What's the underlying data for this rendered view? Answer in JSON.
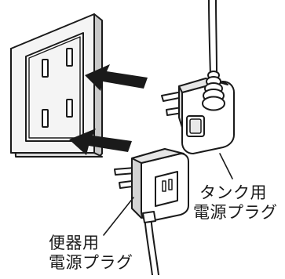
{
  "labels": {
    "tank_line1": "タンク用",
    "tank_line2": "電源プラグ",
    "toilet_line1": "便器用",
    "toilet_line2": "電源プラグ"
  },
  "icons": {
    "wall_outlet": "wall-outlet-icon",
    "tank_plug": "tank-plug-icon",
    "toilet_plug": "toilet-plug-icon",
    "arrows": "insert-arrow-icon"
  },
  "colors": {
    "line": "#1a1a1a",
    "shade": "#d4d4d4",
    "wall_face": "#f2f2f2"
  }
}
